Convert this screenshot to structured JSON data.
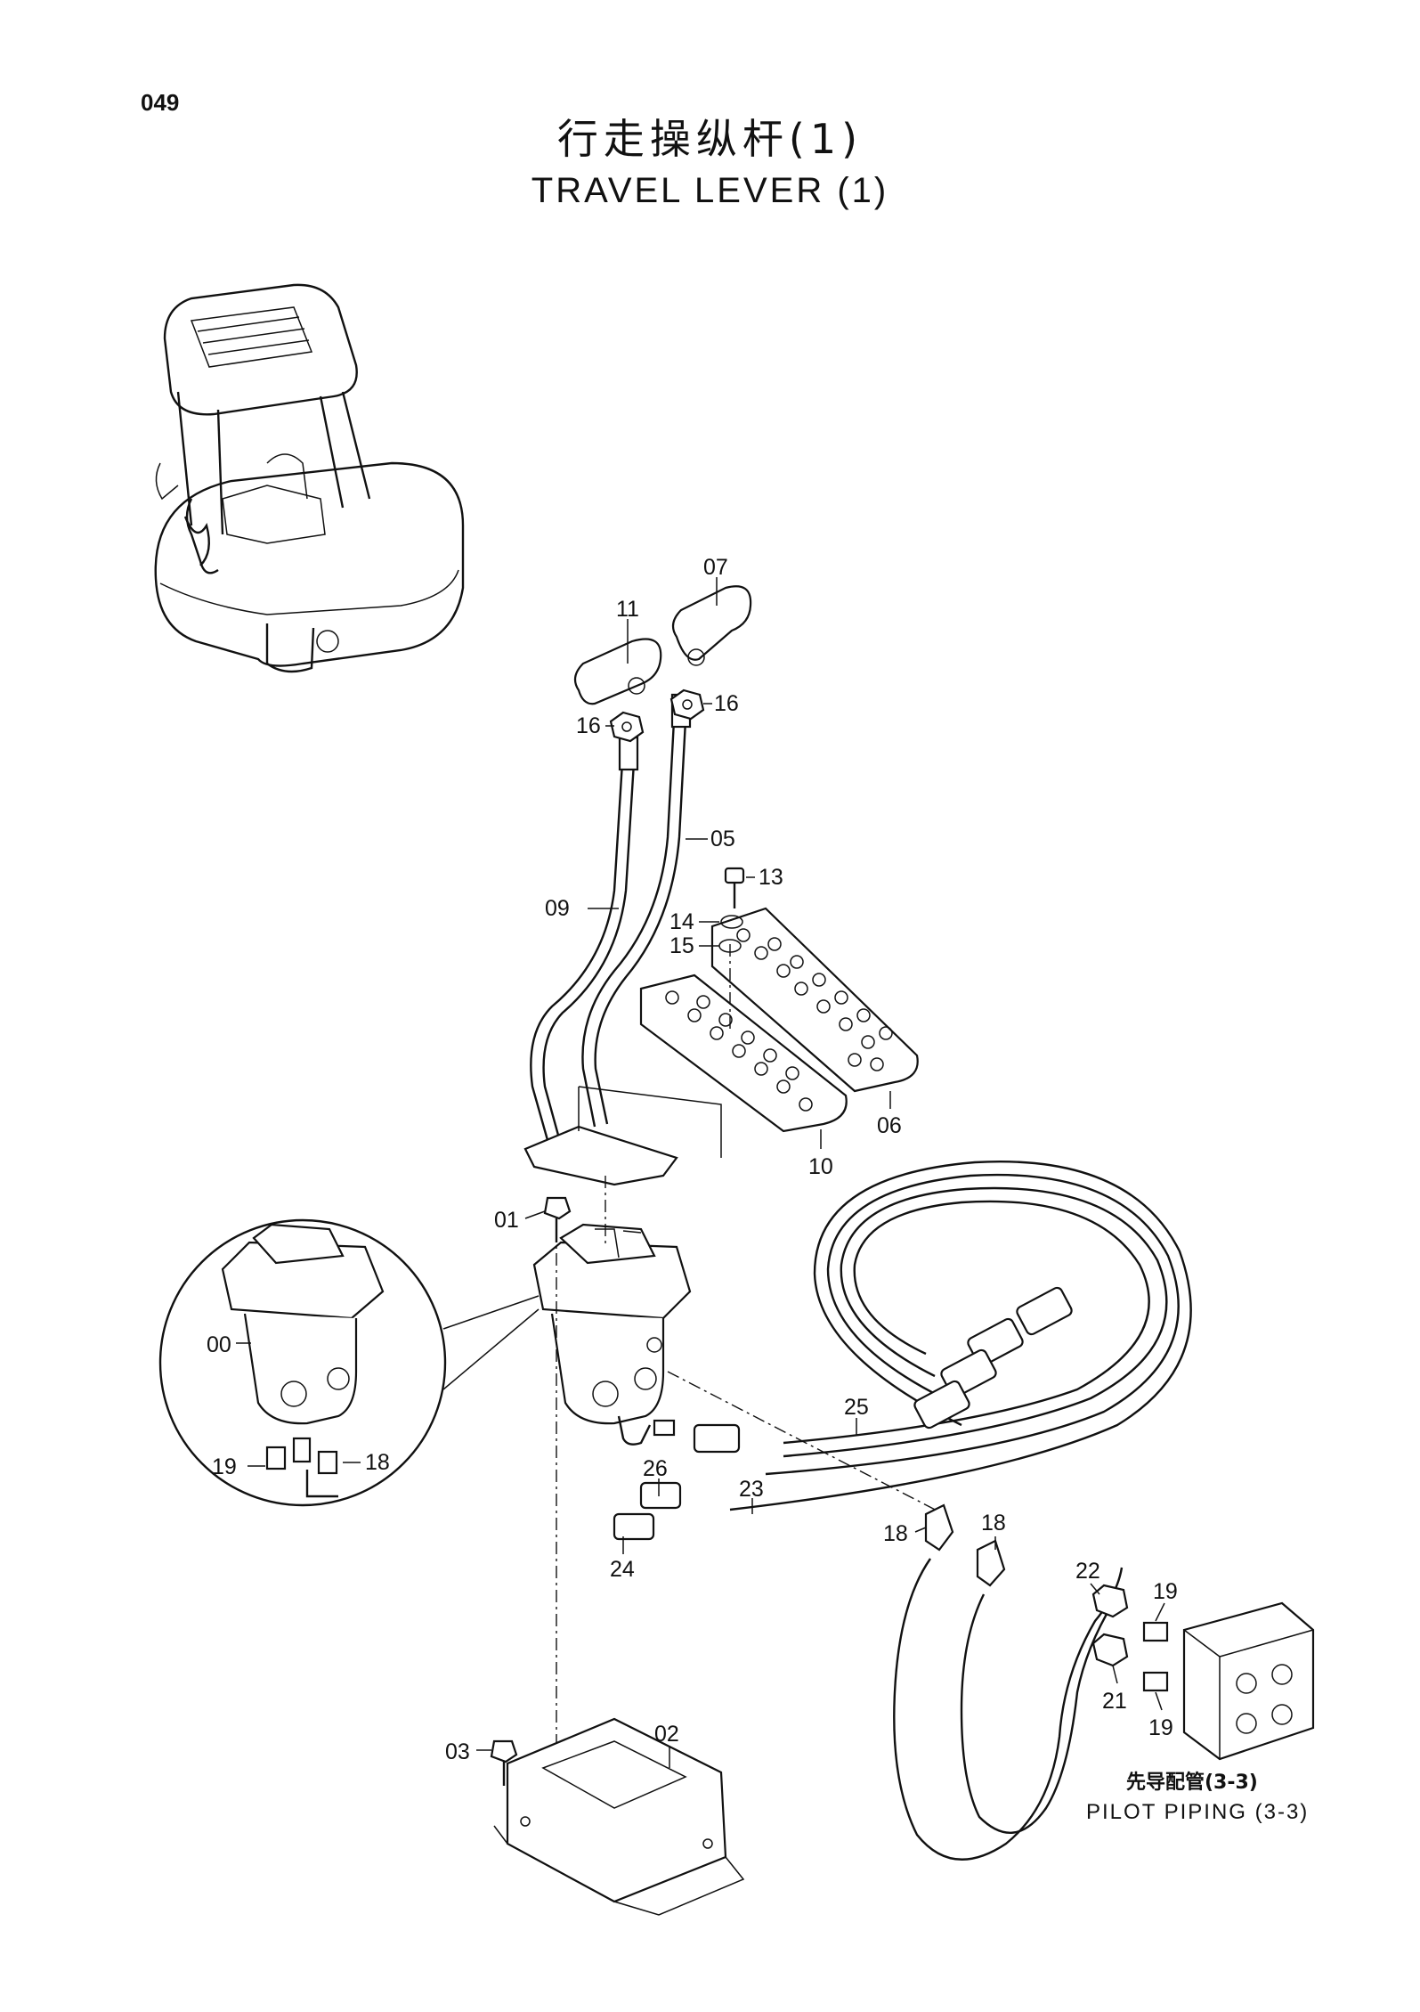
{
  "page_number": "049",
  "title_cn": "行走操纵杆(1)",
  "title_en": "TRAVEL LEVER (1)",
  "reference": {
    "label_cn": "先导配管(3-3)",
    "label_en": "PILOT PIPING (3-3)"
  },
  "part_callouts": {
    "p07": "07",
    "p11": "11",
    "p16a": "16",
    "p16b": "16",
    "p05": "05",
    "p13": "13",
    "p09": "09",
    "p14": "14",
    "p15": "15",
    "p06": "06",
    "p10": "10",
    "p01": "01",
    "p00": "00",
    "p25": "25",
    "p19a": "19",
    "p18a": "18",
    "p26": "26",
    "p23": "23",
    "p24": "24",
    "p18b": "18",
    "p18c": "18",
    "p22": "22",
    "p19b": "19",
    "p21": "21",
    "p19c": "19",
    "p02": "02",
    "p03": "03"
  }
}
